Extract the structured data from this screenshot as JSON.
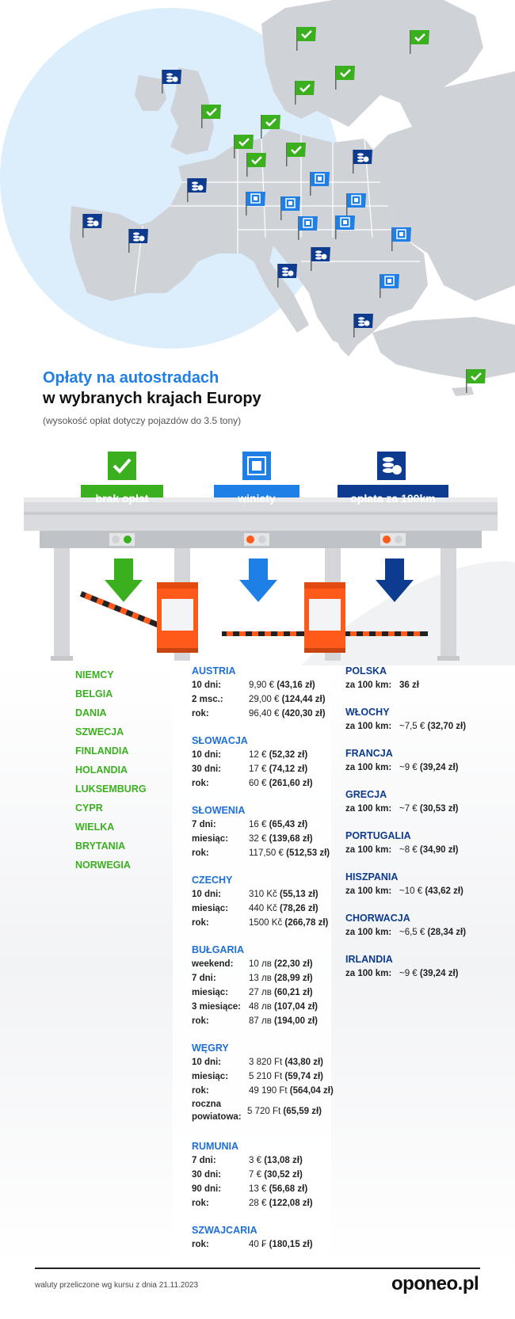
{
  "title": {
    "line1": "Opłaty na autostradach",
    "line2": "w wybranych krajach Europy",
    "subtitle": "(wysokość opłat dotyczy pojazdów do 3.5 tony)"
  },
  "categories": [
    {
      "label": "brak opłat",
      "color": "#3bb01f",
      "icon": "check-icon"
    },
    {
      "label": "winiety",
      "color": "#1e7fe6",
      "icon": "vignette-icon"
    },
    {
      "label": "opłata za 100km",
      "color": "#0d3b8f",
      "icon": "coins-icon"
    }
  ],
  "no_fee_countries": [
    "NIEMCY",
    "BELGIA",
    "DANIA",
    "SZWECJA",
    "FINLANDIA",
    "HOLANDIA",
    "LUKSEMBURG",
    "CYPR",
    "WIELKA",
    "BRYTANIA",
    "NORWEGIA"
  ],
  "vignettes": [
    {
      "country": "AUSTRIA",
      "rows": [
        {
          "k": "10 dni:",
          "price": "9,90 €",
          "pln": "(43,16 zł)"
        },
        {
          "k": "2 msc.:",
          "price": "29,00 €",
          "pln": "(124,44 zł)"
        },
        {
          "k": "rok:",
          "price": "96,40 €",
          "pln": "(420,30 zł)"
        }
      ]
    },
    {
      "country": "SŁOWACJA",
      "rows": [
        {
          "k": "10 dni:",
          "price": "12 €",
          "pln": "(52,32 zł)"
        },
        {
          "k": "30 dni:",
          "price": "17 €",
          "pln": "(74,12 zł)"
        },
        {
          "k": "rok:",
          "price": "60 €",
          "pln": "(261,60 zł)"
        }
      ]
    },
    {
      "country": "SŁOWENIA",
      "rows": [
        {
          "k": "7 dni:",
          "price": "16 €",
          "pln": "(65,43 zł)"
        },
        {
          "k": "miesiąc:",
          "price": "32 €",
          "pln": "(139,68 zł)"
        },
        {
          "k": "rok:",
          "price": "117,50 €",
          "pln": "(512,53 zł)"
        }
      ]
    },
    {
      "country": "CZECHY",
      "rows": [
        {
          "k": "10 dni:",
          "price": "310 Kč",
          "pln": "(55,13 zł)"
        },
        {
          "k": "miesiąc:",
          "price": "440 Kč",
          "pln": "(78,26 zł)"
        },
        {
          "k": "rok:",
          "price": "1500 Kč",
          "pln": "(266,78 zł)"
        }
      ]
    },
    {
      "country": "BUŁGARIA",
      "rows": [
        {
          "k": "weekend:",
          "price": "10 лв",
          "pln": "(22,30 zł)"
        },
        {
          "k": "7 dni:",
          "price": "13 лв",
          "pln": "(28,99 zł)"
        },
        {
          "k": "miesiąc:",
          "price": "27 лв",
          "pln": "(60,21 zł)"
        },
        {
          "k": "3 miesiące:",
          "price": "48 лв",
          "pln": "(107,04 zł)"
        },
        {
          "k": "rok:",
          "price": "87 лв",
          "pln": "(194,00 zł)"
        }
      ]
    },
    {
      "country": "WĘGRY",
      "rows": [
        {
          "k": "10 dni:",
          "price": "3 820 Ft",
          "pln": "(43,80 zł)"
        },
        {
          "k": "miesiąc:",
          "price": "5 210 Ft",
          "pln": "(59,74 zł)"
        },
        {
          "k": "rok:",
          "price": "49 190 Ft",
          "pln": "(564,04 zł)"
        },
        {
          "k": "roczna powiatowa:",
          "price": "5 720 Ft",
          "pln": "(65,59 zł)"
        }
      ]
    },
    {
      "country": "RUMUNIA",
      "rows": [
        {
          "k": "7 dni:",
          "price": "3 €",
          "pln": "(13,08 zł)"
        },
        {
          "k": "30 dni:",
          "price": "7 €",
          "pln": "(30,52 zł)"
        },
        {
          "k": "90 dni:",
          "price": "13 €",
          "pln": "(56,68 zł)"
        },
        {
          "k": "rok:",
          "price": "28 €",
          "pln": "(122,08 zł)"
        }
      ]
    },
    {
      "country": "SZWAJCARIA",
      "rows": [
        {
          "k": "rok:",
          "price": "40 ₣",
          "pln": "(180,15 zł)"
        }
      ]
    }
  ],
  "per_100km": [
    {
      "country": "POLSKA",
      "k": "za 100 km:",
      "price": "",
      "pln": "36 zł"
    },
    {
      "country": "WŁOCHY",
      "k": "za 100 km:",
      "price": "~7,5 €",
      "pln": "(32,70 zł)"
    },
    {
      "country": "FRANCJA",
      "k": "za 100 km:",
      "price": "~9 €",
      "pln": "(39,24 zł)"
    },
    {
      "country": "GRECJA",
      "k": "za 100 km:",
      "price": "~7 €",
      "pln": "(30,53 zł)"
    },
    {
      "country": "PORTUGALIA",
      "k": "za 100 km:",
      "price": "~8 €",
      "pln": "(34,90 zł)"
    },
    {
      "country": "HISZPANIA",
      "k": "za 100 km:",
      "price": "~10 €",
      "pln": "(43,62 zł)"
    },
    {
      "country": "CHORWACJA",
      "k": "za 100 km:",
      "price": "~6,5 €",
      "pln": "(28,34 zł)"
    },
    {
      "country": "IRLANDIA",
      "k": "za 100 km:",
      "price": "~9 €",
      "pln": "(39,24 zł)"
    }
  ],
  "footer": {
    "note": "waluty przeliczone wg kursu z dnia 21.11.2023",
    "logo": "oponeo.pl"
  },
  "colors": {
    "green": "#3bb01f",
    "blue": "#1e7fe6",
    "dark_blue": "#0d3b8f",
    "barrier_orange": "#ff5a1a",
    "map_land": "#cfd2d6",
    "map_circle": "#d9ecfb"
  }
}
